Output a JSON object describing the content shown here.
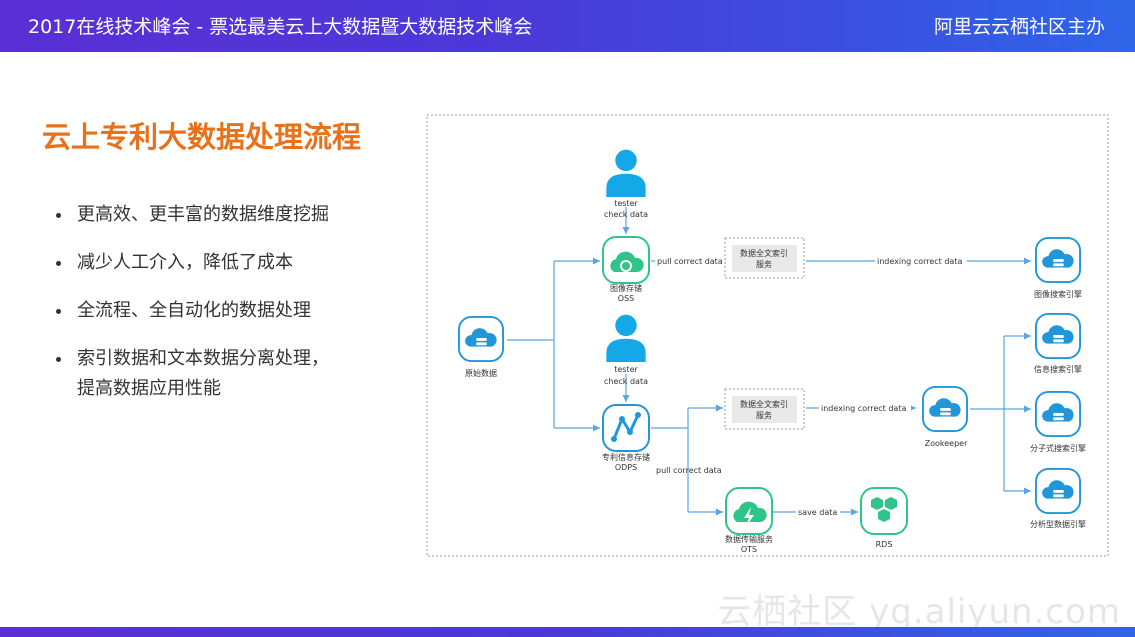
{
  "header": {
    "title": "2017在线技术峰会 - 票选最美云上大数据暨大数据技术峰会",
    "organizer": "阿里云云栖社区主办"
  },
  "slide": {
    "title": "云上专利大数据处理流程",
    "bullets": [
      "更高效、更丰富的数据维度挖掘",
      "减少人工介入，降低了成本",
      "全流程、全自动化的数据处理",
      "索引数据和文本数据分离处理，\n提高数据应用性能"
    ]
  },
  "watermark": "云栖社区 yq.aliyun.com",
  "diagram": {
    "nodes": {
      "raw_data": "原始数据",
      "tester1": [
        "tester",
        "check data"
      ],
      "oss": [
        "图像存储",
        "OSS"
      ],
      "fulltext1": [
        "数据全文索引",
        "服务"
      ],
      "image_search": "图像搜索引擎",
      "tester2": [
        "tester",
        "check data"
      ],
      "odps": [
        "专利信息存储",
        "ODPS"
      ],
      "fulltext2": [
        "数据全文索引",
        "服务"
      ],
      "zookeeper": "Zookeeper",
      "info_search": "信息搜索引擎",
      "molecule_search": "分子式搜索引擎",
      "analysis_engine": "分析型数据引擎",
      "ots": [
        "数据传输服务",
        "OTS"
      ],
      "rds": "RDS"
    },
    "edge_labels": {
      "pull1": "pull correct data",
      "index1": "indexing correct data",
      "index2": "indexing correct data",
      "pull2": "pull correct data",
      "save": "save data"
    },
    "colors": {
      "cloud_blue": "#2196d8",
      "green": "#2ec48a",
      "edge": "#5aa5e0"
    }
  }
}
